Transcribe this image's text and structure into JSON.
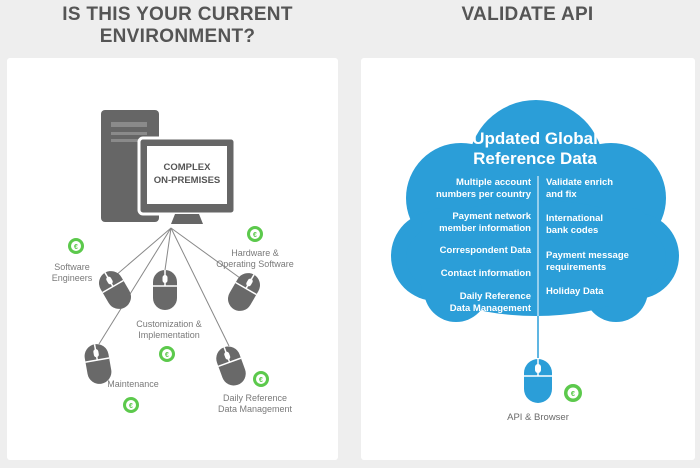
{
  "headings": {
    "left_line1": "IS THIS YOUR CURRENT",
    "left_line2": "ENVIRONMENT?",
    "right": "VALIDATE API"
  },
  "left_panel": {
    "monitor_line1": "COMPLEX",
    "monitor_line2": "ON-PREMISES",
    "nodes": {
      "software_engineers": [
        "Software",
        "Engineers"
      ],
      "hardware_software": [
        "Hardware &",
        "Operating Software"
      ],
      "customization": [
        "Customization &",
        "Implementation"
      ],
      "maintenance": [
        "Maintenance"
      ],
      "daily_reference": [
        "Daily Reference",
        "Data Management"
      ]
    }
  },
  "right_panel": {
    "cloud_title_line1": "Updated Global",
    "cloud_title_line2": "Reference Data",
    "left_items": [
      [
        "Multiple account",
        "numbers per country"
      ],
      [
        "Payment network",
        "member information"
      ],
      [
        "Correspondent Data"
      ],
      [
        "Contact information"
      ],
      [
        "Daily Reference",
        "Data Management"
      ]
    ],
    "right_items": [
      [
        "Validate enrich",
        "and fix"
      ],
      [
        "International",
        "bank codes"
      ],
      [
        "Payment message",
        "requirements"
      ],
      [
        "Holiday Data"
      ]
    ],
    "api_label": "API & Browser"
  },
  "colors": {
    "dark_gray": "#666666",
    "green": "#5cc94c",
    "blue": "#2b9ed8",
    "heading": "#555555"
  },
  "icons": {
    "coin": "green-cost-icon",
    "computer": "desktop-computer-icon",
    "mouse": "mouse-icon",
    "cloud": "cloud-icon"
  }
}
